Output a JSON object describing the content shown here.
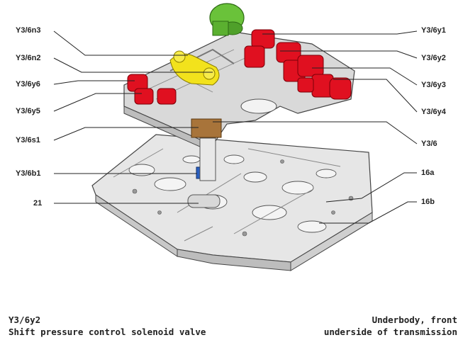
{
  "diagram": {
    "left_labels": [
      "Y3/6n3",
      "Y3/6n2",
      "Y3/6y6",
      "Y3/6y5",
      "Y3/6s1",
      "Y3/6b1",
      "21"
    ],
    "right_labels": [
      "Y3/6y1",
      "Y3/6y2",
      "Y3/6y3",
      "Y3/6y4",
      "Y3/6",
      "16a",
      "16b"
    ],
    "colors": {
      "solenoid": "#e01020",
      "sensor_yellow": "#f2e21c",
      "connector_green": "#6ac23a",
      "switch_brown": "#a8743a",
      "speed_sensor_blue": "#2a5fc0",
      "housing": "#d9d9d9",
      "line": "#222222"
    }
  },
  "caption": {
    "code": "Y3/6y2",
    "description": "Shift pressure control solenoid valve",
    "location_line1": "Underbody, front",
    "location_line2": "underside of transmission"
  }
}
